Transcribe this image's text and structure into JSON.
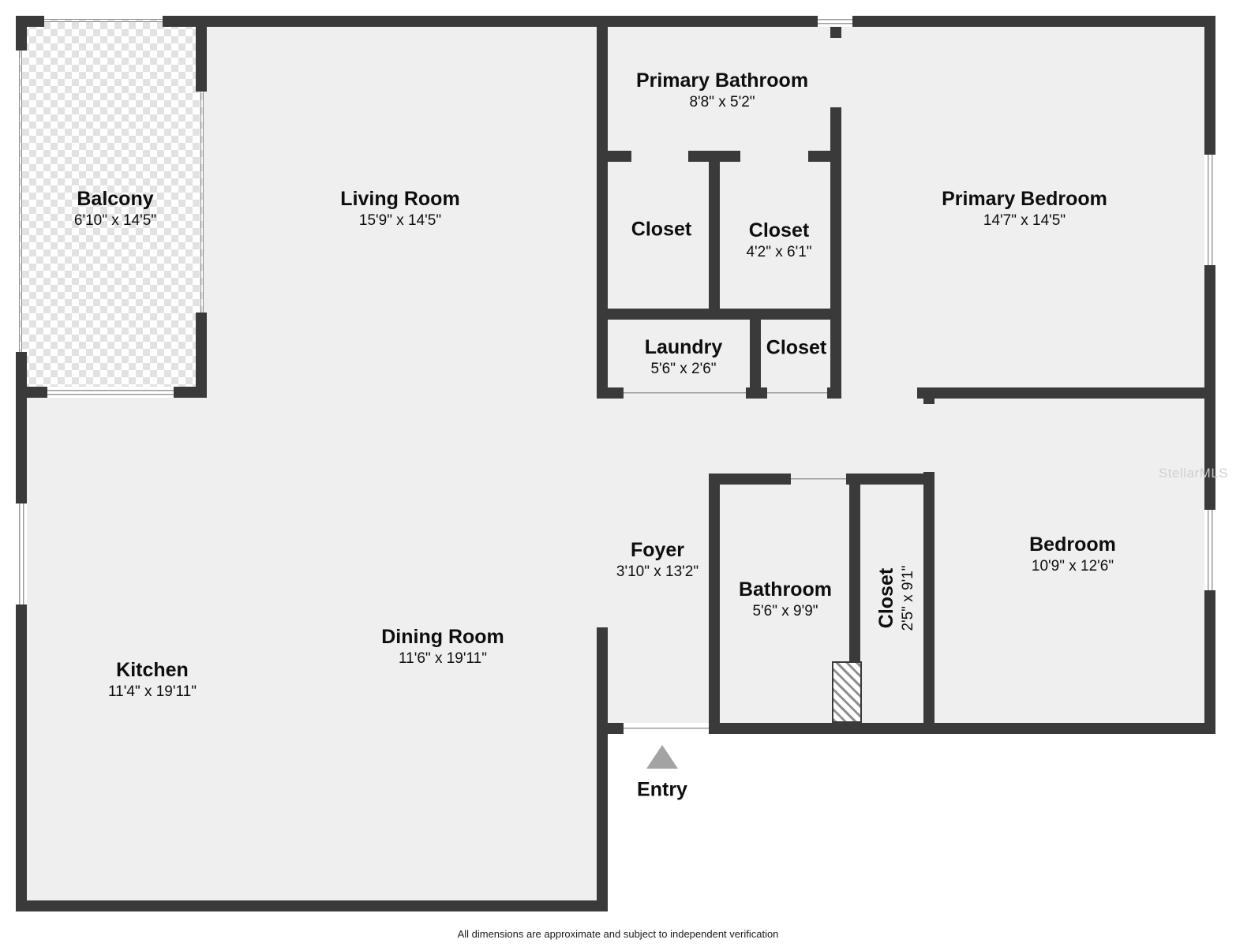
{
  "meta": {
    "footer_disclaimer": "All dimensions are approximate and subject to independent verification",
    "watermark": "StellarMLS"
  },
  "colors": {
    "wall": "#3a3a3a",
    "floor": "#efefef",
    "background": "#ffffff",
    "entry_arrow": "#a3a3a3",
    "label_text": "#0e0e0e"
  },
  "rooms": {
    "balcony": {
      "name": "Balcony",
      "dims": "6'10\" x 14'5\""
    },
    "living_room": {
      "name": "Living Room",
      "dims": "15'9\" x 14'5\""
    },
    "primary_bathroom": {
      "name": "Primary Bathroom",
      "dims": "8'8\" x 5'2\""
    },
    "primary_bedroom": {
      "name": "Primary Bedroom",
      "dims": "14'7\" x 14'5\""
    },
    "closet_a": {
      "name": "Closet",
      "dims": ""
    },
    "closet_b": {
      "name": "Closet",
      "dims": "4'2\" x 6'1\""
    },
    "laundry": {
      "name": "Laundry",
      "dims": "5'6\" x 2'6\""
    },
    "closet_c": {
      "name": "Closet",
      "dims": ""
    },
    "foyer": {
      "name": "Foyer",
      "dims": "3'10\" x 13'2\""
    },
    "bathroom": {
      "name": "Bathroom",
      "dims": "5'6\" x 9'9\""
    },
    "closet_d": {
      "name": "Closet",
      "dims": "2'5\" x 9'1\""
    },
    "bedroom": {
      "name": "Bedroom",
      "dims": "10'9\" x 12'6\""
    },
    "kitchen": {
      "name": "Kitchen",
      "dims": "11'4\" x 19'11\""
    },
    "dining_room": {
      "name": "Dining Room",
      "dims": "11'6\" x 19'11\""
    },
    "entry": {
      "name": "Entry",
      "dims": ""
    }
  }
}
